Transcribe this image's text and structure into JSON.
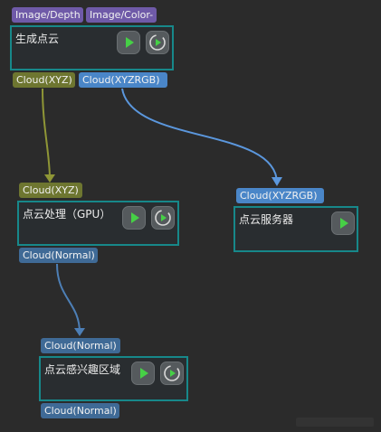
{
  "nodes": {
    "generate_cloud": {
      "title": "生成点云",
      "inputs": [
        "Image/Depth",
        "Image/Color-"
      ],
      "outputs": [
        "Cloud(XYZ)",
        "Cloud(XYZRGB)"
      ]
    },
    "cloud_gpu": {
      "title": "点云处理（GPU）",
      "inputs": [
        "Cloud(XYZ)"
      ],
      "outputs": [
        "Cloud(Normal)"
      ]
    },
    "cloud_server": {
      "title": "点云服务器",
      "inputs": [
        "Cloud(XYZRGB)"
      ]
    },
    "cloud_roi": {
      "title": "点云感兴趣区域",
      "inputs": [
        "Cloud(Normal)"
      ],
      "outputs": [
        "Cloud(Normal)"
      ]
    }
  },
  "buttons": {
    "run_icon": "play-icon",
    "step_icon": "play-loop-icon"
  },
  "colors": {
    "background": "#2b2b2b",
    "node_border": "#17888a",
    "node_fill": "#292d30",
    "port_image": "#6f5aa8",
    "port_xyz": "#6e7630",
    "port_xyzrgb": "#4a86c8",
    "port_normal": "#3f6a96",
    "edge_xyz": "#8f9636",
    "edge_xyzrgb": "#5b97dd",
    "edge_normal": "#4d7fb6",
    "play_green": "#46d046"
  }
}
